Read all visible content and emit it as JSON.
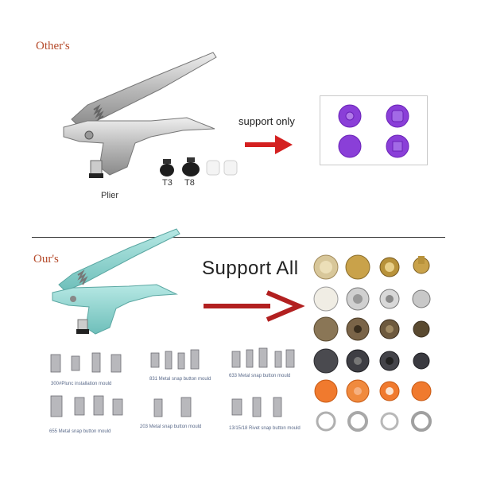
{
  "others": {
    "heading": "Other's",
    "plier_label": "Plier",
    "tool_labels": [
      "T3",
      "T8"
    ],
    "support_text": "support only",
    "snap_color": "#8a3fd8"
  },
  "ours": {
    "heading": "Our's",
    "support_text": "Support All",
    "plier_color": "#8fd3cf",
    "mould_labels": [
      "300#Plunc installation mould",
      "831 Metal snap button mould",
      "633 Metal snap button mould",
      "655 Metal snap button mould",
      "203 Metal snap button mould",
      "13/15/18 Rivet snap button mould"
    ]
  },
  "colors": {
    "heading": "#b54a2a",
    "arrow": "#d42020",
    "gold": "#c9a24a",
    "silver": "#d8d8d8",
    "bronze": "#7a6448",
    "gunmetal": "#4a4a4f",
    "orange": "#f07a2e"
  }
}
